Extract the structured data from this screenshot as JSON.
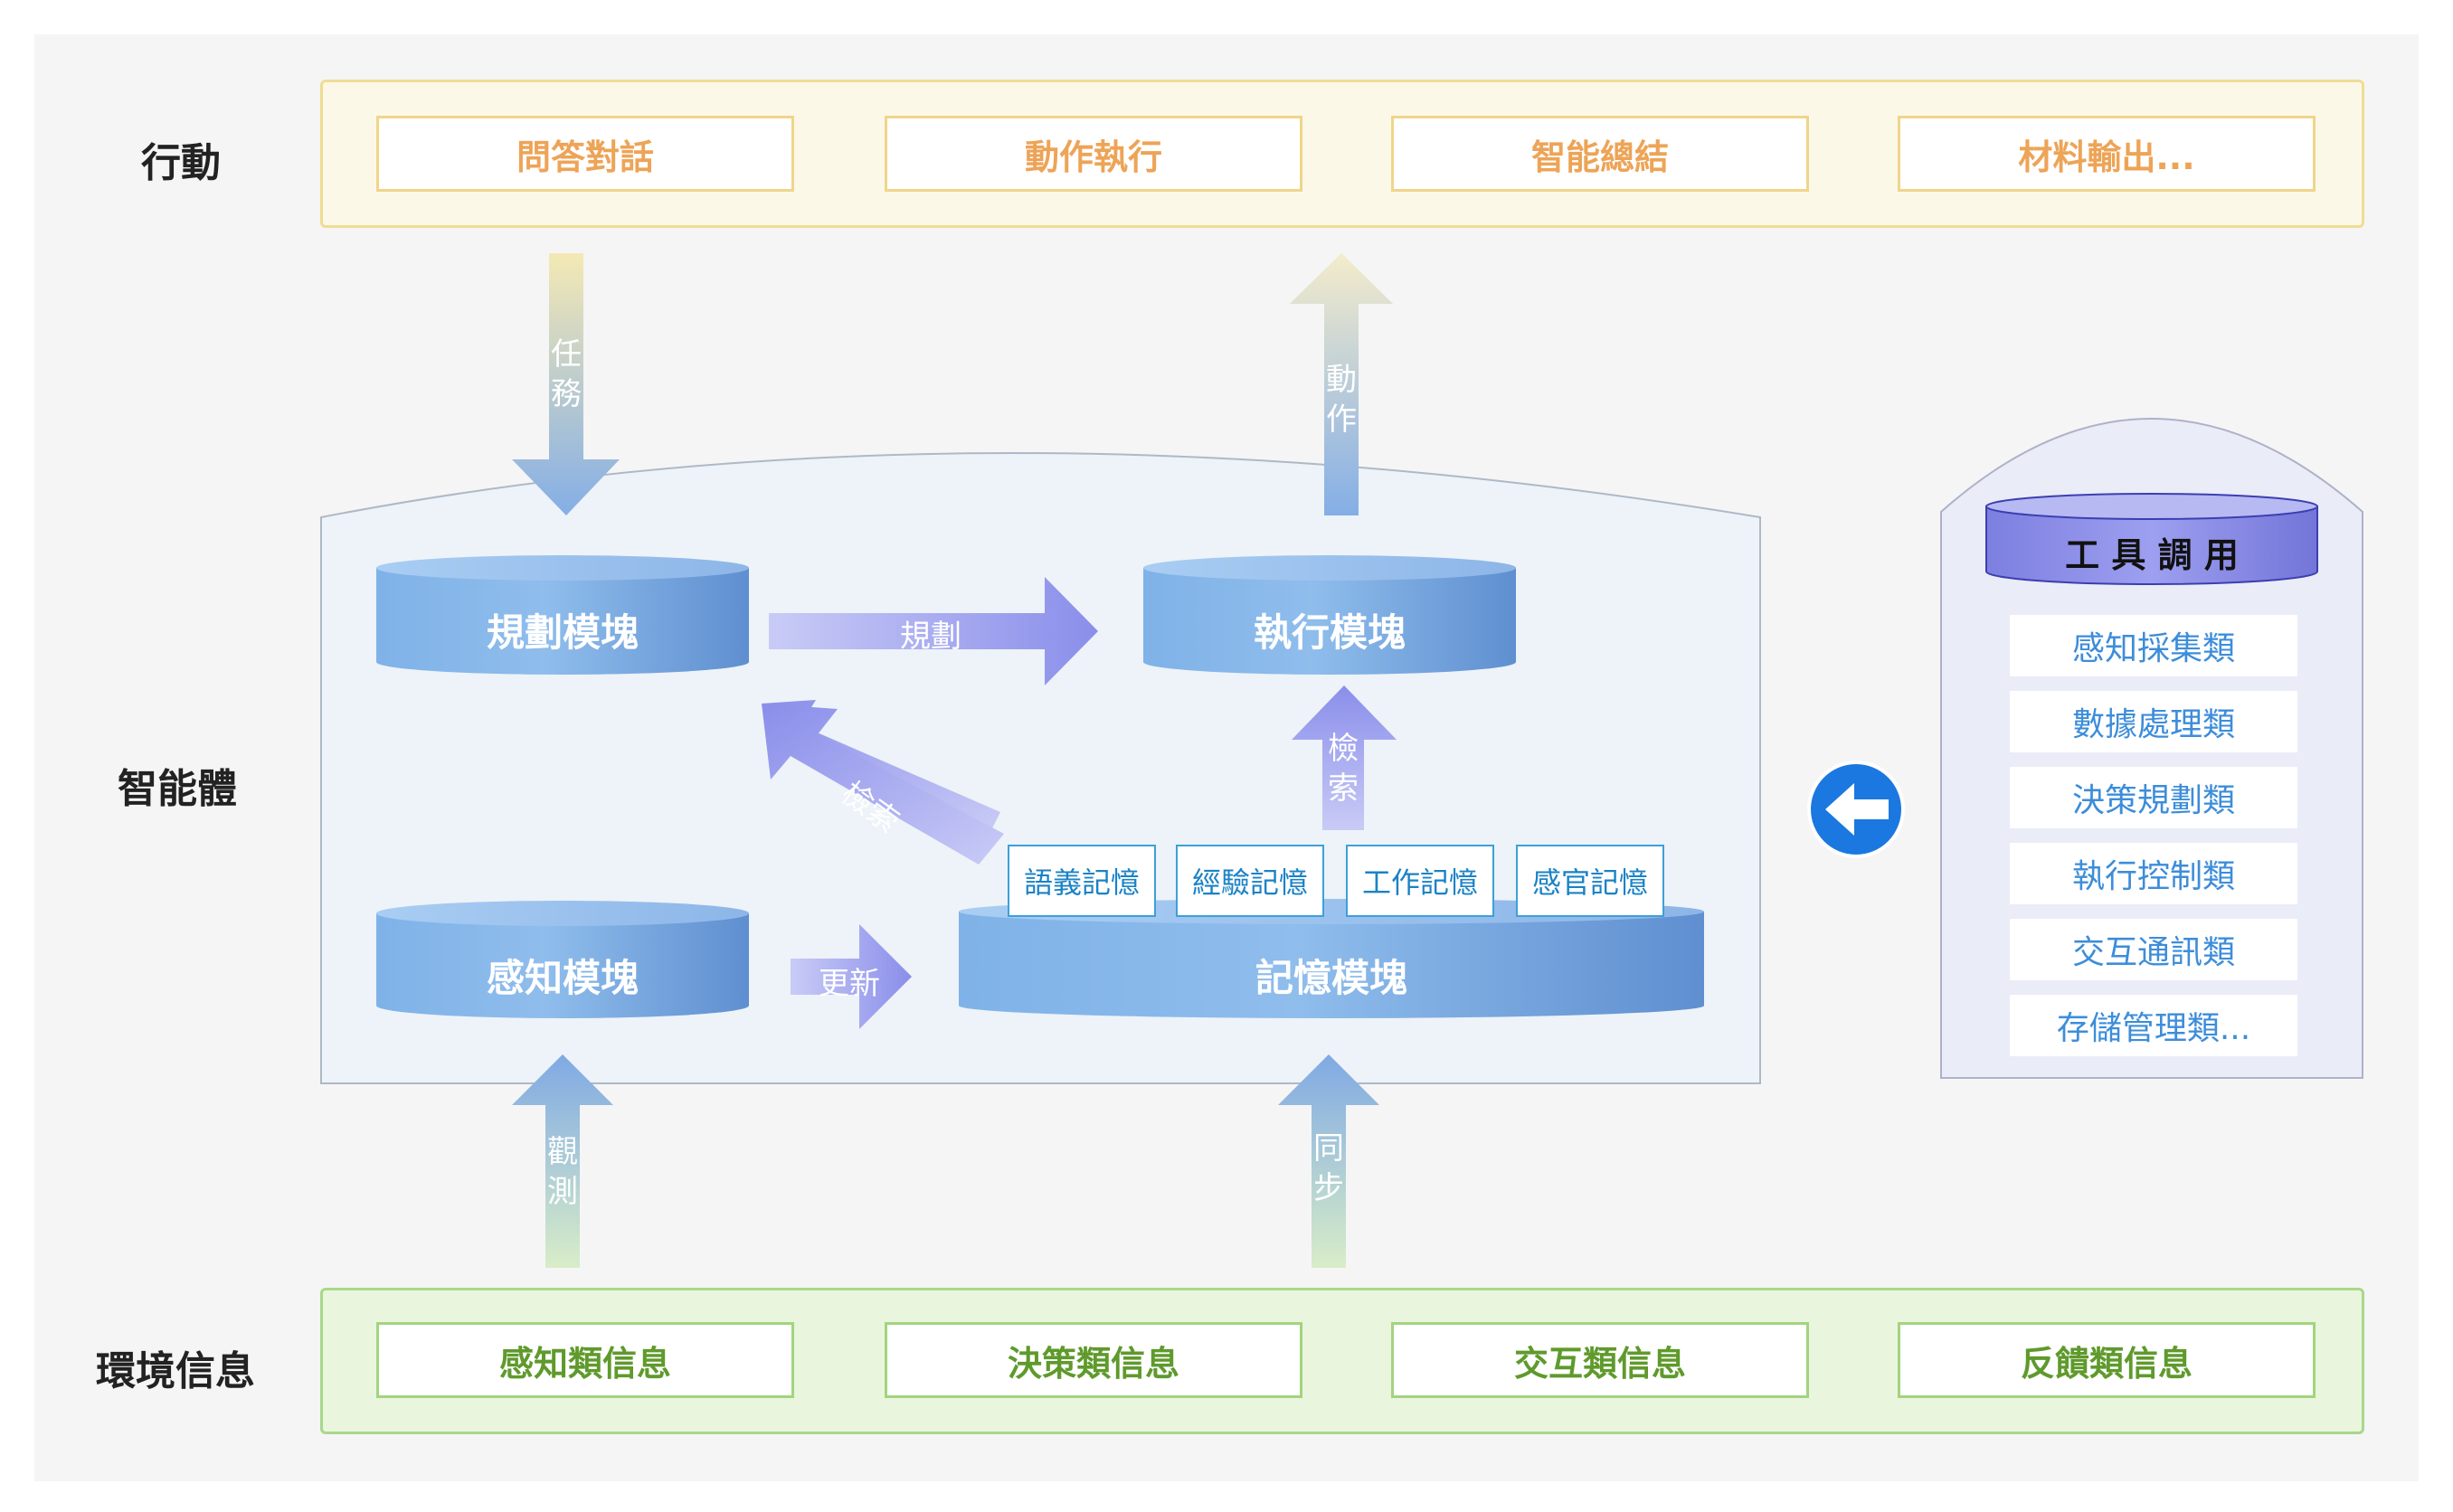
{
  "rows": {
    "action_label": "行動",
    "agent_label": "智能體",
    "environment_label": "環境信息"
  },
  "actions": [
    "問答對話",
    "動作執行",
    "智能總結",
    "材料輸出..."
  ],
  "environment": [
    "感知類信息",
    "決策類信息",
    "交互類信息",
    "反饋類信息"
  ],
  "modules": {
    "planning": "規劃模塊",
    "execution": "執行模塊",
    "perception": "感知模塊",
    "memory": "記憶模塊"
  },
  "memory_types": [
    "語義記憶",
    "經驗記憶",
    "工作記憶",
    "感官記憶"
  ],
  "tools": {
    "title": "工 具 調 用",
    "items": [
      "感知採集類",
      "數據處理類",
      "決策規劃類",
      "執行控制類",
      "交互通訊類",
      "存儲管理類..."
    ]
  },
  "flows": {
    "task": "任\n務",
    "action": "動\n作",
    "plan": "規劃",
    "retrieve_exec": "檢\n索",
    "retrieve_plan": "檢索",
    "update": "更新",
    "observe": "觀\n測",
    "sync": "同\n步"
  },
  "colors": {
    "action_border": "#f0dc93",
    "action_text": "#eda457",
    "env_border": "#a8d88a",
    "env_text": "#5f9a2c",
    "module_blue": "#6f9fd8",
    "flow_purple": "#8f93ea",
    "tool_text": "#3d8dd9",
    "nav_blue": "#1a78e0"
  },
  "icons": {
    "nav_arrow": "left-arrow-circle-icon"
  }
}
